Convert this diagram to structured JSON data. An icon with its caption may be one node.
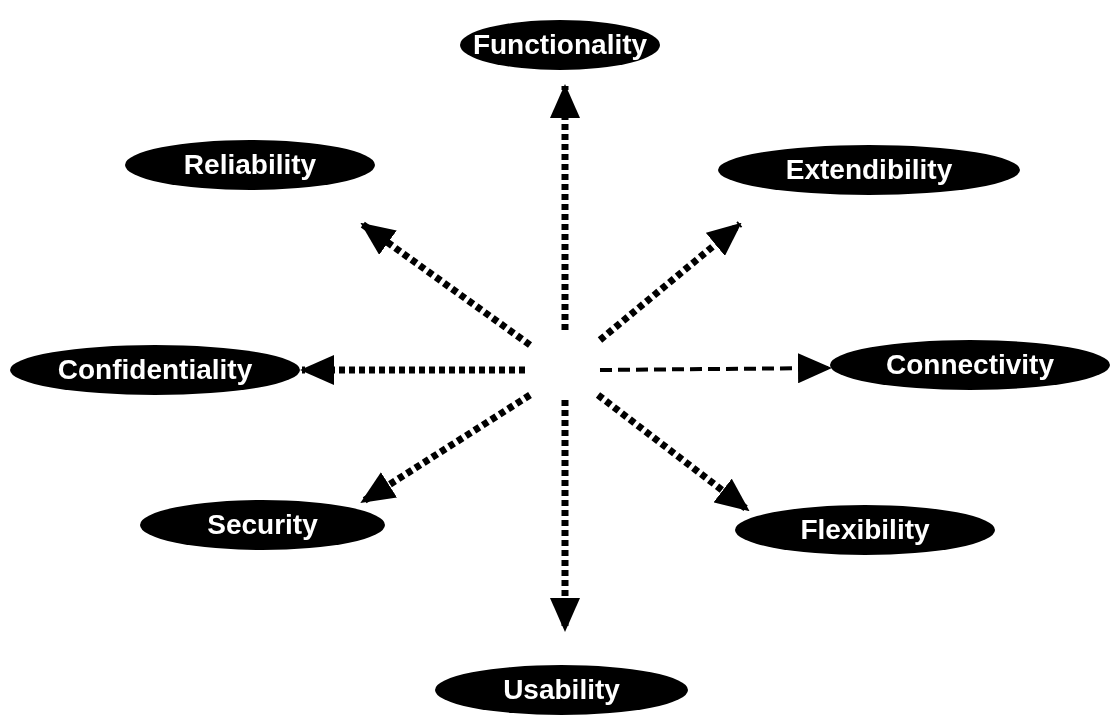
{
  "diagram": {
    "nodes": [
      {
        "text": [
          "Functionality"
        ]
      },
      {
        "text": [
          "Reliability"
        ]
      },
      {
        "text": [
          "Extendibility"
        ]
      },
      {
        "text": [
          "Confidentiality"
        ]
      },
      {
        "text": [
          "Connectivity"
        ]
      },
      {
        "text": [
          "Security"
        ]
      },
      {
        "text": [
          "Flexibility"
        ]
      },
      {
        "text": [
          "Usability"
        ]
      }
    ],
    "edges": [
      {
        "from": null,
        "to": 0,
        "arrow": "to"
      },
      {
        "from": null,
        "to": 1,
        "arrow": "to"
      },
      {
        "from": null,
        "to": 2,
        "arrow": "to"
      },
      {
        "from": null,
        "to": 3,
        "arrow": "to"
      },
      {
        "from": null,
        "to": 4,
        "arrow": "to",
        "style": "dashed"
      },
      {
        "from": null,
        "to": 5,
        "arrow": "to"
      },
      {
        "from": null,
        "to": 6,
        "arrow": "to"
      },
      {
        "from": null,
        "to": 7,
        "arrow": "to"
      }
    ]
  }
}
